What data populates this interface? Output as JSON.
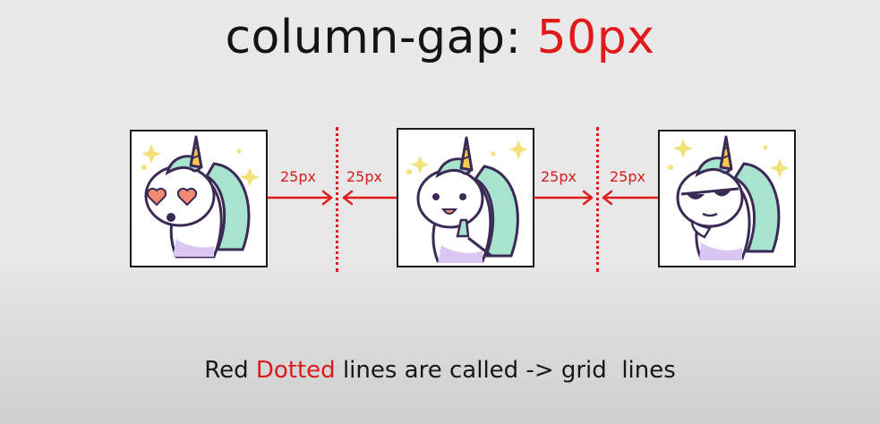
{
  "title": {
    "prefix": "column-gap: ",
    "value": "50px"
  },
  "gap_labels": [
    "25px",
    "25px",
    "25px",
    "25px"
  ],
  "caption": {
    "pre": "Red ",
    "highlight": "Dotted",
    "post": " lines are called -> grid  lines"
  },
  "colors": {
    "accent_red": "#e01b1b",
    "text_dark": "#141414",
    "line_purple": "#3b2a55"
  },
  "images": [
    {
      "icon": "unicorn-heart-eyes-icon"
    },
    {
      "icon": "unicorn-pointing-icon"
    },
    {
      "icon": "unicorn-sunglasses-icon"
    }
  ]
}
